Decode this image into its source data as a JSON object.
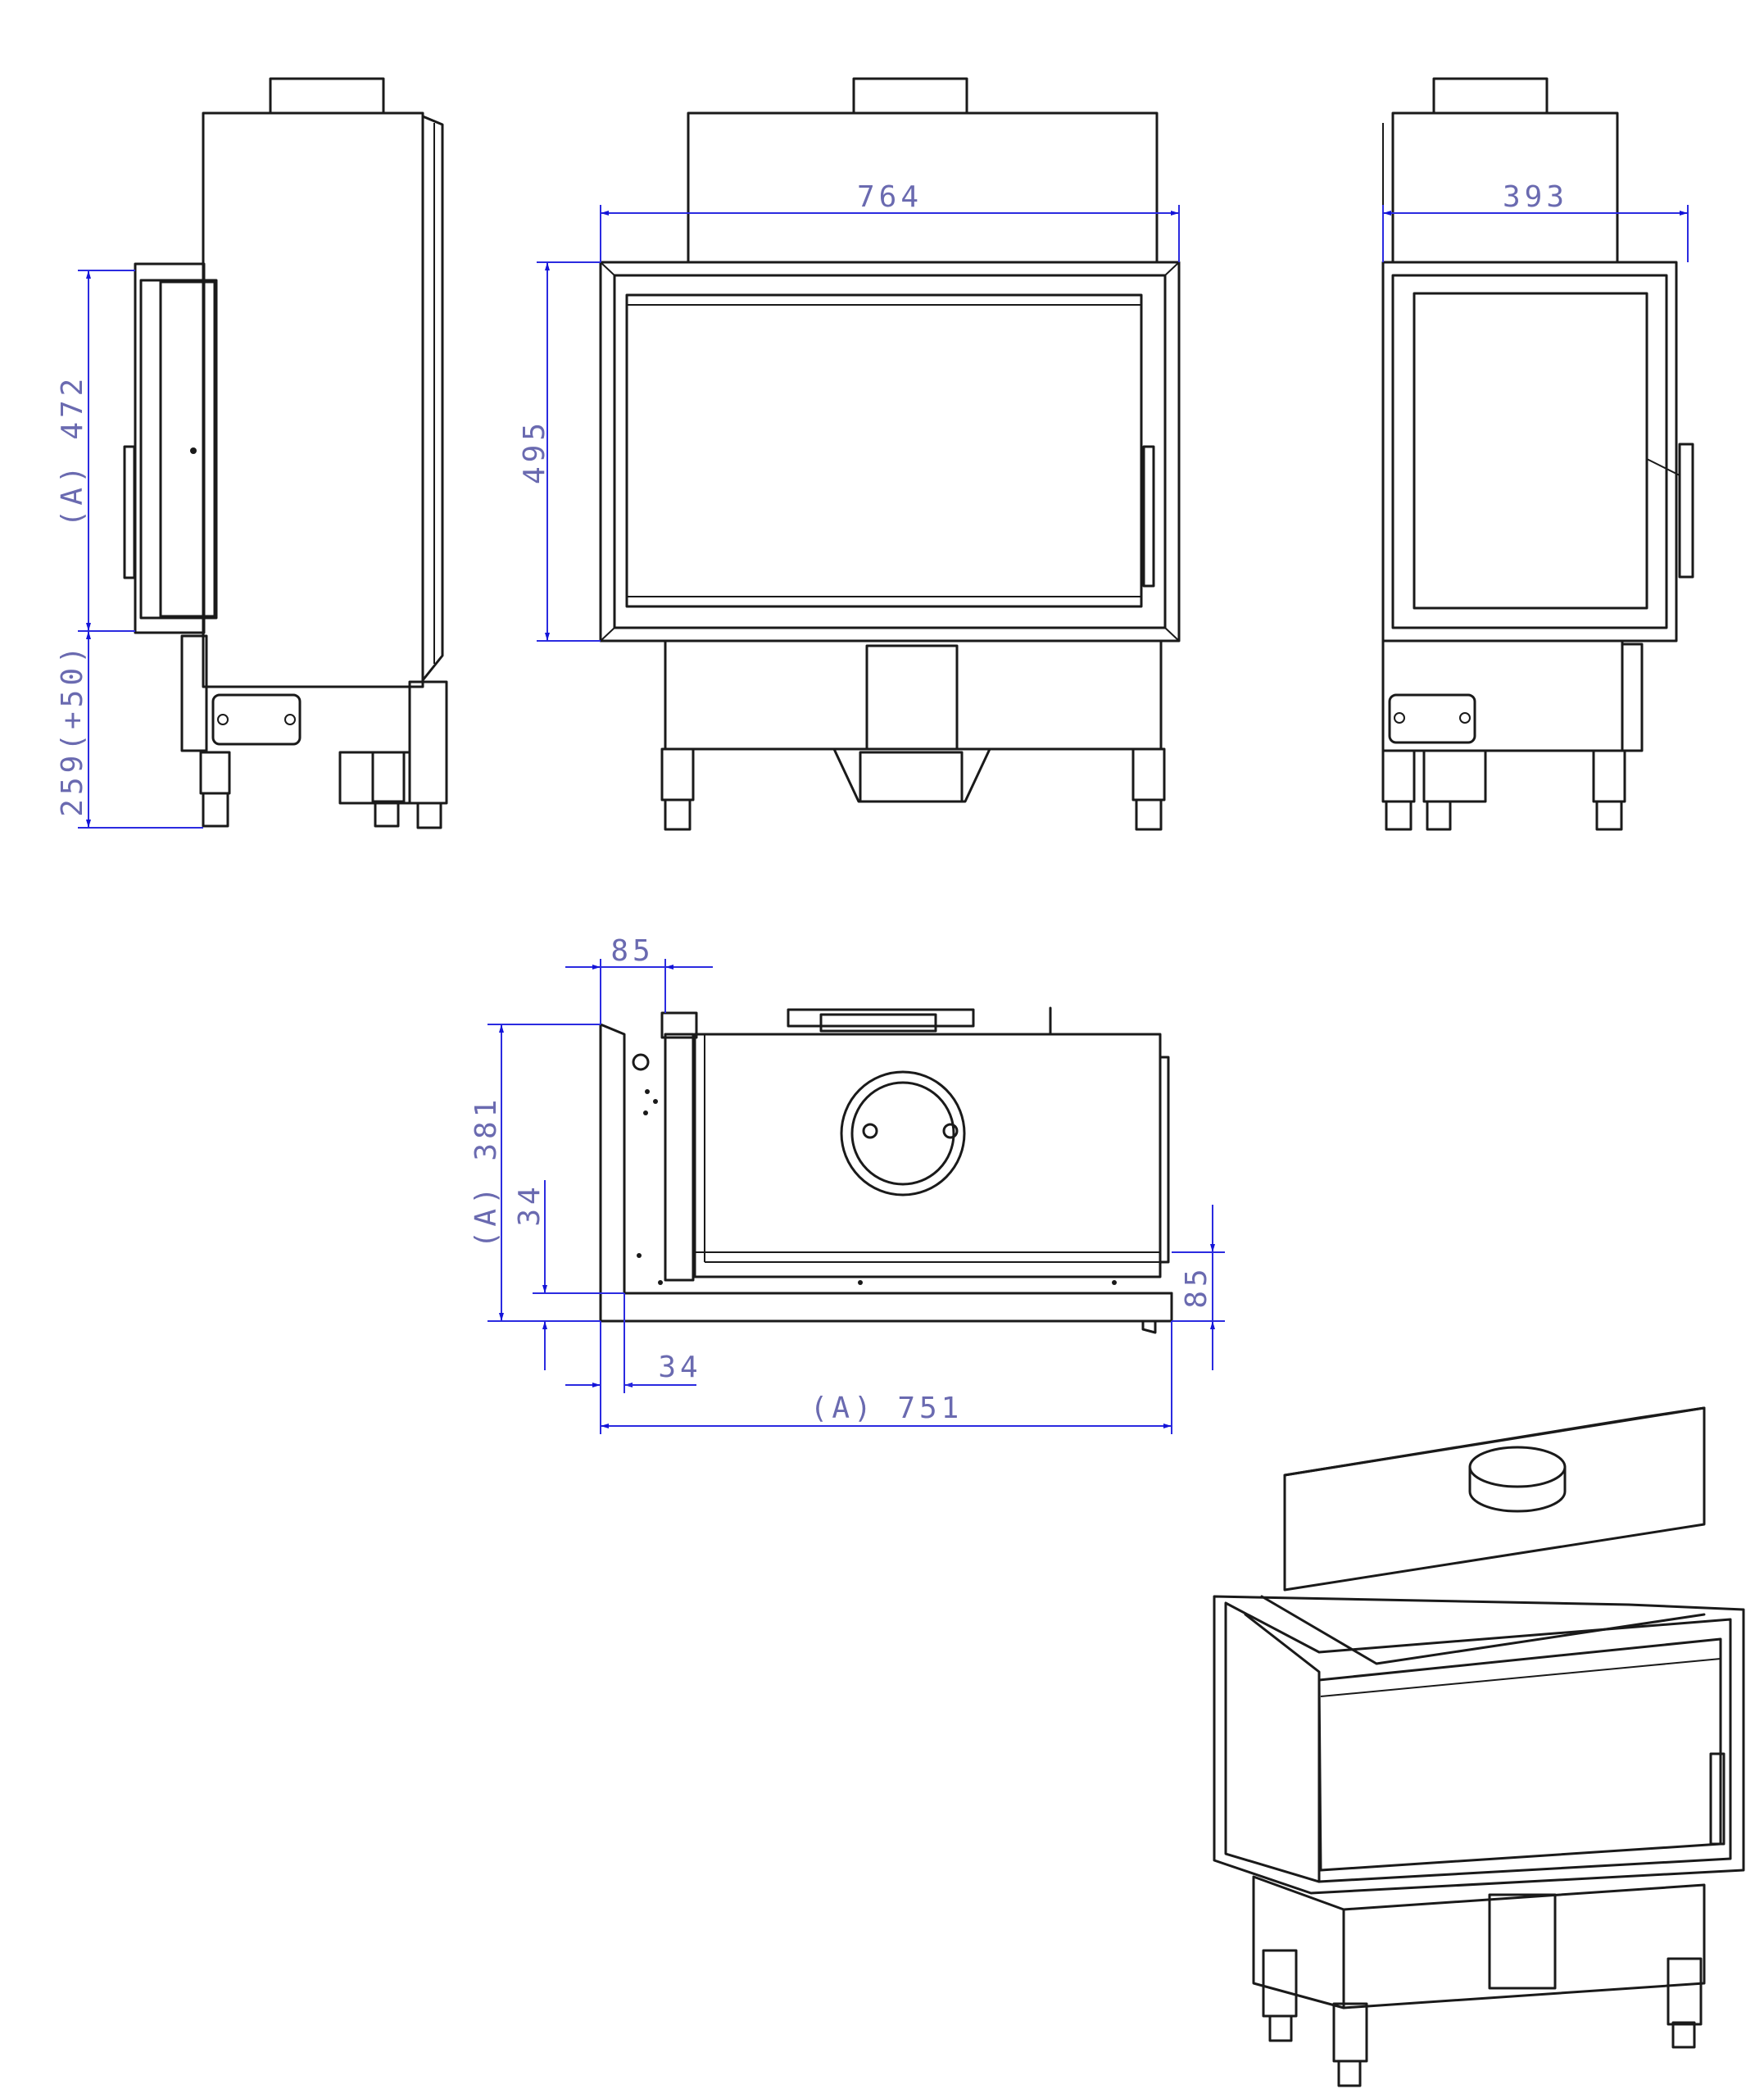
{
  "dimensions": {
    "front_width": "764",
    "front_height": "495",
    "side_width": "393",
    "side_glass_height": "(A) 472",
    "side_base_height": "259(+50)",
    "top_depth": "(A) 381",
    "top_offset_left": "85",
    "top_inner_34_v": "34",
    "top_inner_34_h": "34",
    "top_right_85": "85",
    "top_width": "(A) 751"
  },
  "colors": {
    "line": "#1a1a1a",
    "dimension": "#2b2be0",
    "dimension_text": "#6a6ab0",
    "background": "#ffffff"
  }
}
